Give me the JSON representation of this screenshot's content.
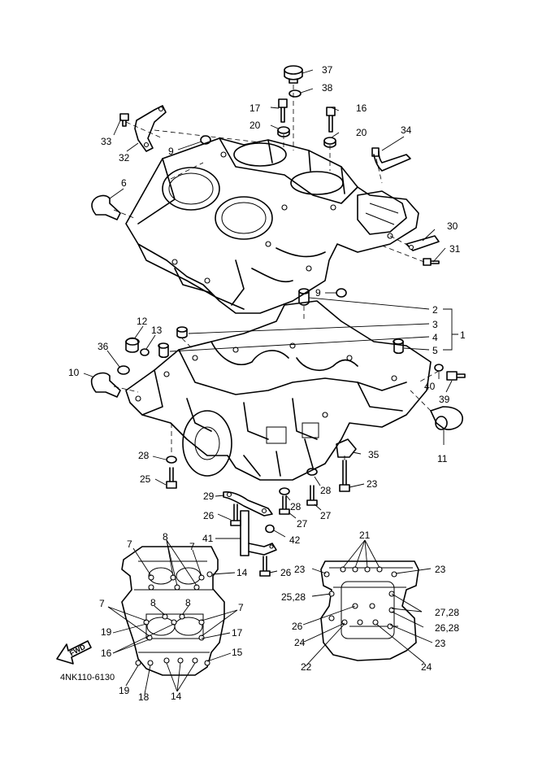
{
  "diagram": {
    "reference_code": "4NK110-6130",
    "forward_arrow_text": "FWD",
    "callouts": {
      "c1": "1",
      "c2": "2",
      "c3": "3",
      "c4": "4",
      "c5": "5",
      "c6": "6",
      "c7": "7",
      "c8": "8",
      "c9": "9",
      "c10": "10",
      "c11": "11",
      "c12": "12",
      "c13": "13",
      "c14": "14",
      "c15": "15",
      "c16": "16",
      "c17": "17",
      "c18": "18",
      "c19": "19",
      "c20": "20",
      "c21": "21",
      "c22": "22",
      "c23": "23",
      "c24": "24",
      "c25_28": "25,28",
      "c25": "25",
      "c26": "26",
      "c26_28": "26,28",
      "c27": "27",
      "c27_28": "27,28",
      "c28": "28",
      "c29": "29",
      "c30": "30",
      "c31": "31",
      "c32": "32",
      "c33": "33",
      "c34": "34",
      "c35": "35",
      "c36": "36",
      "c37": "37",
      "c38": "38",
      "c39": "39",
      "c40": "40",
      "c41": "41",
      "c42": "42"
    }
  }
}
